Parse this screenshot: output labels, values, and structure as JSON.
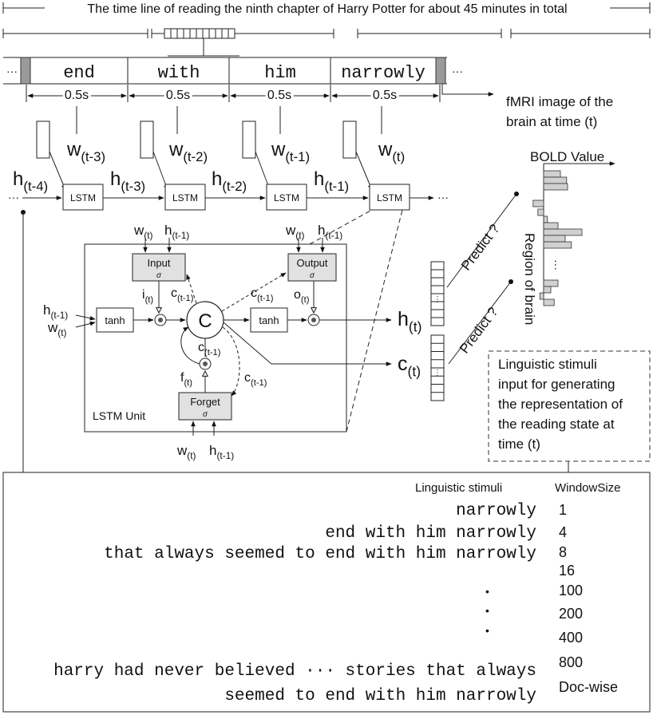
{
  "timeline": {
    "title": "The time line of reading the ninth chapter of Harry Potter for about 45 minutes in total",
    "words": [
      "end",
      "with",
      "him",
      "narrowly"
    ],
    "ellipsis": "···",
    "interval": "0.5s",
    "fmri_label": [
      "fMRI image of the",
      "brain at time (t)"
    ]
  },
  "lstm_chain": {
    "cell_label": "LSTM",
    "inputs": [
      "w(t-3)",
      "w(t-2)",
      "w(t-1)",
      "w(t)"
    ],
    "hidden": [
      "h(t-4)",
      "h(t-3)",
      "h(t-2)",
      "h(t-1)"
    ],
    "ellipsis": "···"
  },
  "lstm_unit": {
    "title": "LSTM Unit",
    "input_gate": "Input",
    "output_gate": "Output",
    "forget_gate": "Forget",
    "sigma": "σ",
    "tanh": "tanh",
    "cell": "C",
    "w_t": "w(t)",
    "h_t1": "h(t-1)",
    "i_t": "i(t)",
    "o_t": "o(t)",
    "f_t": "f(t)",
    "c_t1": "c(t-1)",
    "h_out": "h(t)",
    "c_out": "c(t)"
  },
  "prediction": {
    "predict": "Predict ?",
    "bold_value": "BOLD Value",
    "region": "Region of brain",
    "ellipsis": "···",
    "bars": [
      0.35,
      0.48,
      0.5,
      0.22,
      0.12,
      0.08,
      0.3,
      0.8,
      0.45,
      0.58,
      0.3,
      0.15,
      0.08,
      0.22
    ]
  },
  "stimuli_callout": {
    "lines": [
      "Linguistic stimuli",
      "input for generating",
      "the representation of",
      "the reading state at",
      "time (t)"
    ]
  },
  "table": {
    "col_stimuli": "Linguistic stimuli",
    "col_window": "WindowSize",
    "rows_text": [
      "narrowly",
      "end with him narrowly",
      "that always seemed to end with him narrowly",
      "harry had never believed ··· stories that always",
      "seemed to end with him narrowly"
    ],
    "dot": "•",
    "window_sizes": [
      "1",
      "4",
      "8",
      "16",
      "100",
      "200",
      "400",
      "800",
      "Doc-wise"
    ]
  }
}
